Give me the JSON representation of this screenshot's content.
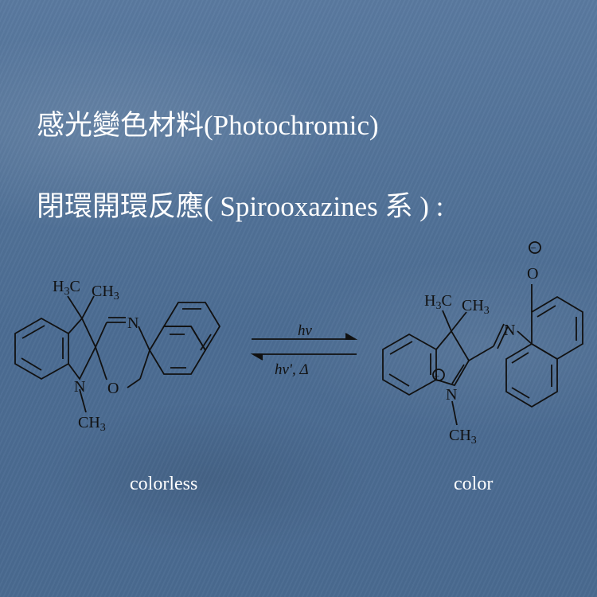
{
  "slide": {
    "title_line1": "感光變色材料(Photochromic)",
    "title_line2": "閉環開環反應( Spirooxazines 系 ) :"
  },
  "reaction": {
    "forward_condition": "hv",
    "reverse_condition": "hv', Δ",
    "left_label": "colorless",
    "right_label": "color"
  },
  "left_molecule": {
    "atom_h3c": "H3C",
    "atom_ch3_top": "CH3",
    "atom_n_imine": "N",
    "atom_n_ring": "N",
    "atom_o": "O",
    "atom_ch3_bottom": "CH3"
  },
  "right_molecule": {
    "atom_h3c": "H3C",
    "atom_ch3_top": "CH3",
    "atom_n_imine": "N",
    "atom_n_plus": "N",
    "charge_plus": "+",
    "atom_o_minus": "O",
    "charge_minus": "−",
    "atom_ch3_bottom": "CH3"
  },
  "colors": {
    "background": "#4f6f93",
    "text": "#ffffff",
    "drawing": "#111111"
  }
}
